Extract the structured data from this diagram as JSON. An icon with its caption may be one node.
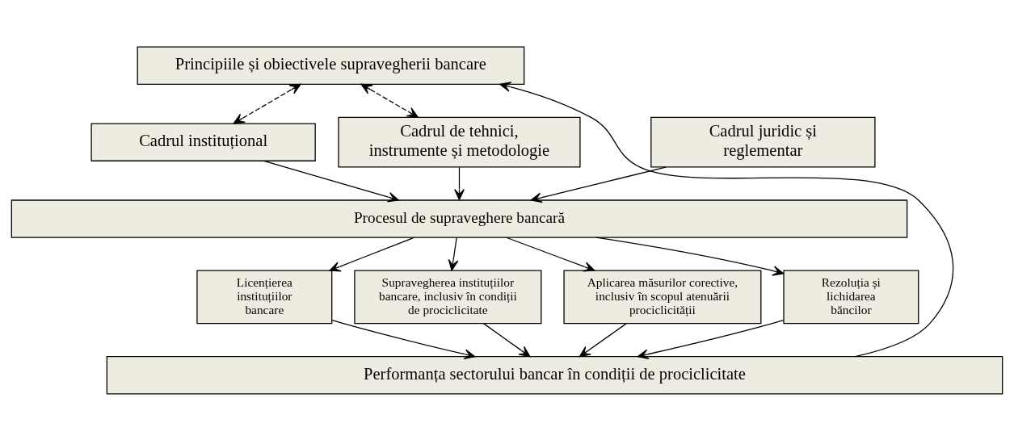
{
  "diagram": {
    "nodes": [
      {
        "text": [
          "Principiile și obiectivele supravegherii bancare"
        ]
      },
      {
        "text": [
          "Cadrul instituțional"
        ]
      },
      {
        "text": [
          "Cadrul juridic și reglementar"
        ]
      },
      {
        "text": [
          "Cadrul de tehnici, instrumente și metodologie"
        ]
      },
      {
        "text": [
          "Procesul de supraveghere bancară"
        ]
      },
      {
        "text": [
          "Licențierea instituțiilor bancare"
        ]
      },
      {
        "text": [
          "Supravegherea instituțiilor bancare, inclusiv în condiții de prociclicitate"
        ]
      },
      {
        "text": [
          "Aplicarea măsurilor corective, inclusiv în scopul atenuării prociclicității"
        ]
      },
      {
        "text": [
          "Rezoluția și lichidarea băncilor"
        ]
      },
      {
        "text": [
          "Performanța sectorului bancar în condiții de prociclicitate"
        ]
      }
    ],
    "edges": [
      {
        "from": 0,
        "to": 1,
        "arrow": "both",
        "style": "dashed"
      },
      {
        "from": 0,
        "to": 3,
        "arrow": "both",
        "style": "dashed"
      },
      {
        "from": 1,
        "to": 4,
        "arrow": "to"
      },
      {
        "from": 2,
        "to": 4,
        "arrow": "to"
      },
      {
        "from": 3,
        "to": 4,
        "arrow": "to"
      },
      {
        "from": 4,
        "to": 5,
        "arrow": "to"
      },
      {
        "from": 4,
        "to": 6,
        "arrow": "to"
      },
      {
        "from": 4,
        "to": 7,
        "arrow": "to"
      },
      {
        "from": 4,
        "to": 8,
        "arrow": "to"
      },
      {
        "from": 5,
        "to": 9,
        "arrow": "to"
      },
      {
        "from": 6,
        "to": 9,
        "arrow": "to"
      },
      {
        "from": 7,
        "to": 9,
        "arrow": "to"
      },
      {
        "from": 8,
        "to": 9,
        "arrow": "to"
      },
      {
        "from": 9,
        "to": 0,
        "arrow": "to"
      }
    ]
  }
}
